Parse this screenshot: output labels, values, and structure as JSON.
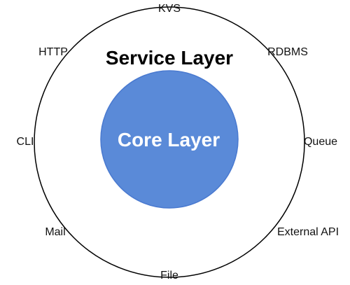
{
  "diagram": {
    "service_layer": "Service Layer",
    "core_layer": "Core Layer",
    "adapters": {
      "kvs": "KVS",
      "http": "HTTP",
      "rdbms": "RDBMS",
      "cli": "CLI",
      "queue": "Queue",
      "mail": "Mail",
      "external_api": "External API",
      "file": "File"
    },
    "colors": {
      "core_fill": "#5a8ad8",
      "outline": "#000000",
      "text": "#111111"
    }
  }
}
